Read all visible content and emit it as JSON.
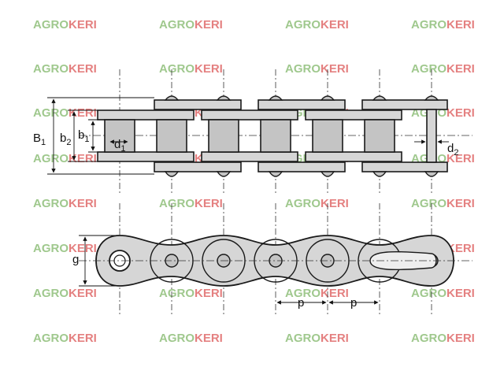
{
  "watermark": {
    "part1": "AGRO",
    "part2": "KERI",
    "color1": "#8fbf7a",
    "color2": "#e06a6a"
  },
  "colors": {
    "plate": "#d6d6d6",
    "roller": "#c4c4c4",
    "outline": "#1a1a1a",
    "centerline": "#333333"
  },
  "labels": {
    "B1": {
      "main": "B",
      "sub": "1"
    },
    "b2": {
      "main": "b",
      "sub": "2"
    },
    "b1": {
      "main": "b",
      "sub": "1"
    },
    "d1": {
      "main": "d",
      "sub": "1"
    },
    "d2": {
      "main": "d",
      "sub": "2"
    },
    "g": "g",
    "p_left": "p",
    "p_right": "p"
  }
}
